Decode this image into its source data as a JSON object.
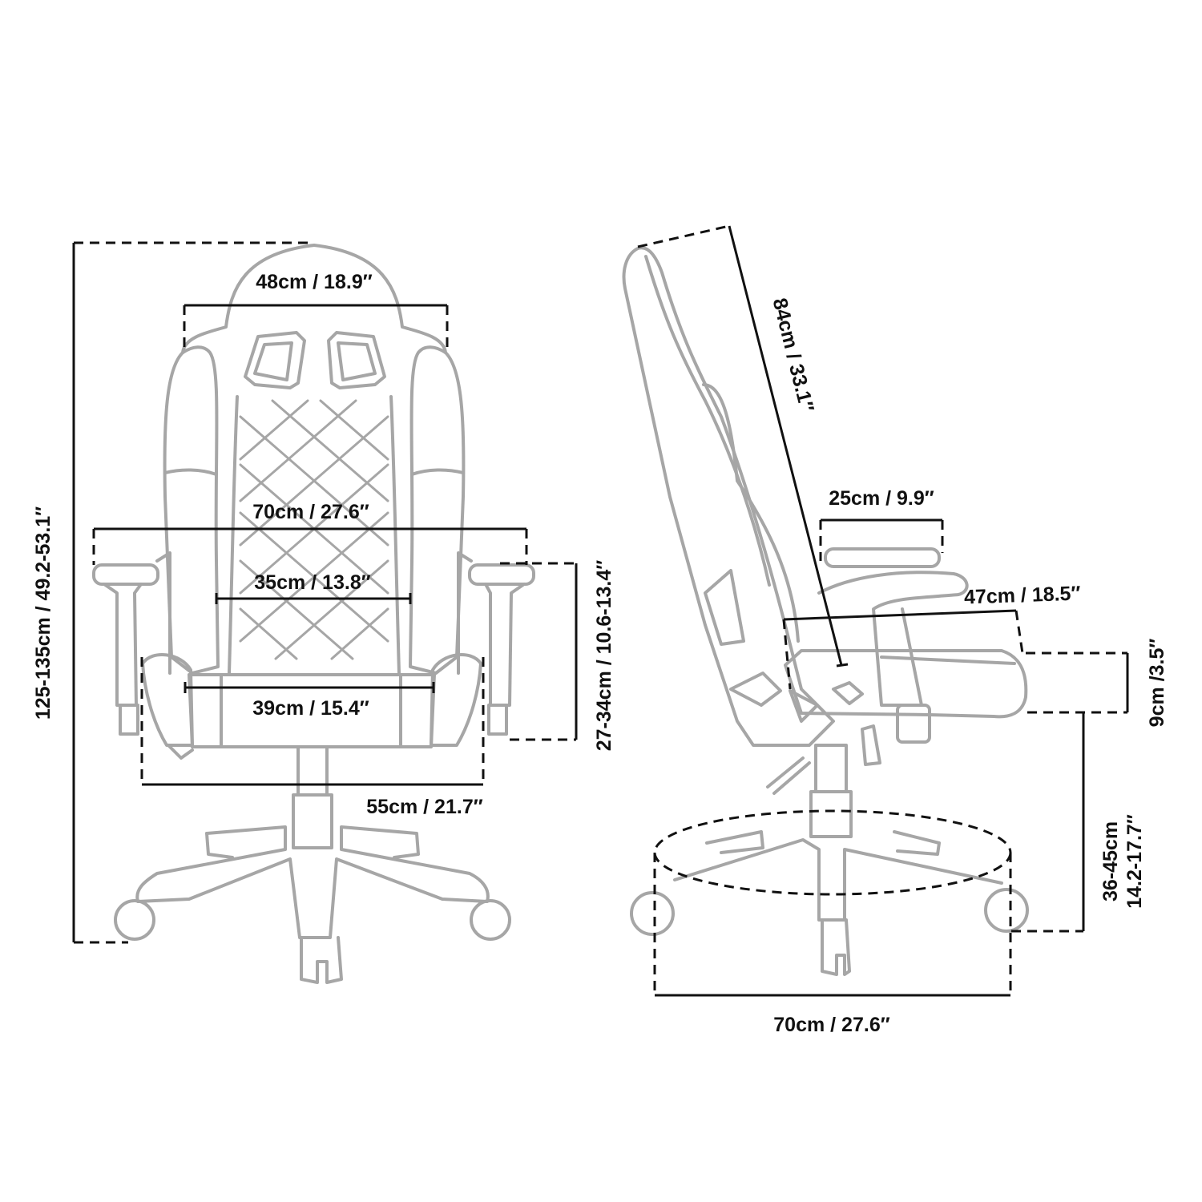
{
  "colors": {
    "outline": "#a6a6a6",
    "ink": "#111111",
    "background": "#ffffff"
  },
  "front_view": {
    "headrest_width": "48cm / 18.9″",
    "armrest_span": "70cm / 27.6″",
    "backrest_width": "35cm / 13.8″",
    "seat_width": "39cm / 15.4″",
    "seat_total_width": "55cm / 21.7″",
    "total_height": "125-135cm / 49.2-53.1″",
    "armrest_height": "27-34cm / 10.6-13.4″"
  },
  "side_view": {
    "backrest_height": "84cm / 33.1″",
    "armrest_length": "25cm / 9.9″",
    "seat_depth": "47cm / 18.5″",
    "seat_thickness": "9cm /3.5″",
    "seat_height_cm": "36-45cm",
    "seat_height_in": "14.2-17.7″",
    "base_diameter": "70cm / 27.6″"
  }
}
